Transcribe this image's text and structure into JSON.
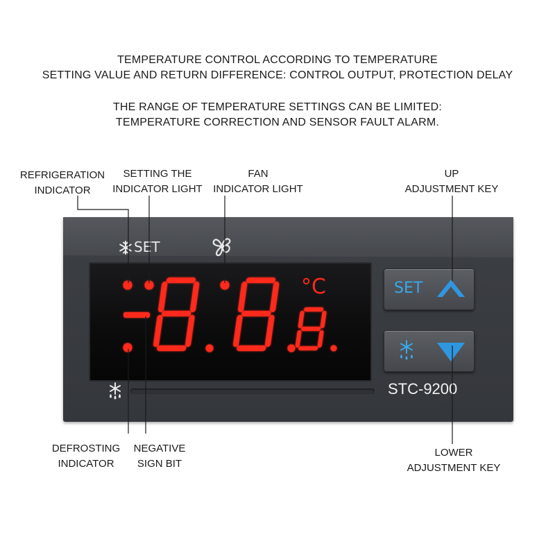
{
  "description": {
    "line1": "TEMPERATURE CONTROL ACCORDING TO TEMPERATURE",
    "line2": "SETTING VALUE AND RETURN DIFFERENCE: CONTROL OUTPUT, PROTECTION DELAY",
    "line3": "THE RANGE OF TEMPERATURE SETTINGS CAN BE LIMITED:",
    "line4": "TEMPERATURE CORRECTION AND SENSOR FAULT ALARM."
  },
  "callouts": {
    "refrigeration": {
      "line1": "REFRIGERATION",
      "line2": "INDICATOR"
    },
    "setting": {
      "line1": "SETTING THE",
      "line2": "INDICATOR LIGHT"
    },
    "fan": {
      "line1": "FAN",
      "line2": "INDICATOR LIGHT"
    },
    "up_key": {
      "line1": "UP",
      "line2": "ADJUSTMENT KEY"
    },
    "defrosting": {
      "line1": "DEFROSTING",
      "line2": "INDICATOR"
    },
    "negative": {
      "line1": "NEGATIVE",
      "line2": "SIGN BIT"
    },
    "lower_key": {
      "line1": "LOWER",
      "line2": "ADJUSTMENT KEY"
    }
  },
  "device": {
    "panel_set_label": "SET",
    "key_set_label": "SET",
    "model": "STC-9200",
    "unit": "°C",
    "icons": [
      "snowflake-icon",
      "fan-icon",
      "defrost-icon",
      "up-arrow-icon",
      "down-arrow-icon"
    ]
  },
  "colors": {
    "led_red": "#ff2a1a",
    "key_blue": "#3aa8e8",
    "housing": "#3b3e43"
  }
}
